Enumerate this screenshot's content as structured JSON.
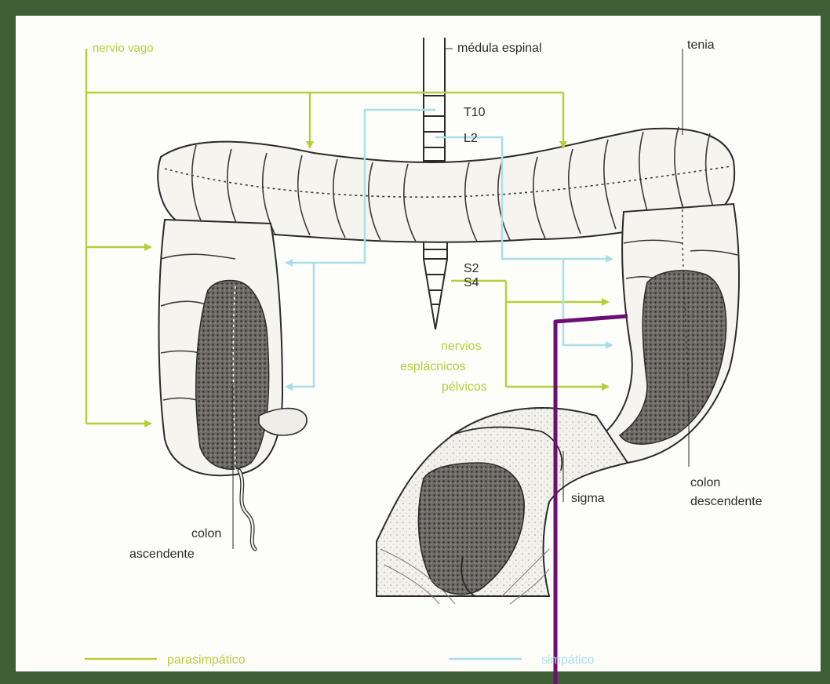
{
  "labels": {
    "vagus": "nervio vago",
    "spinal_cord": "médula espinal",
    "teniae": "tenia",
    "t10": "T10",
    "l2": "L2",
    "s2": "S2",
    "s4": "S4",
    "pelvic_line1": "nervios",
    "pelvic_line2": "esplácnicos",
    "pelvic_line3": "pélvicos",
    "sigma": "sigma",
    "ascending_line1": "colon",
    "ascending_line2": "ascendente",
    "descending_line1": "colon",
    "descending_line2": "descendente",
    "legend_parasympathetic": "parasimpático",
    "legend_sympathetic": "simpático"
  },
  "colors": {
    "frame": "#3f5f36",
    "paper": "#fdfdf9",
    "parasympathetic": "#b5cf3c",
    "sympathetic": "#a9dfe8",
    "ink": "#2b2b2b",
    "annotation": "#6b0f73"
  }
}
